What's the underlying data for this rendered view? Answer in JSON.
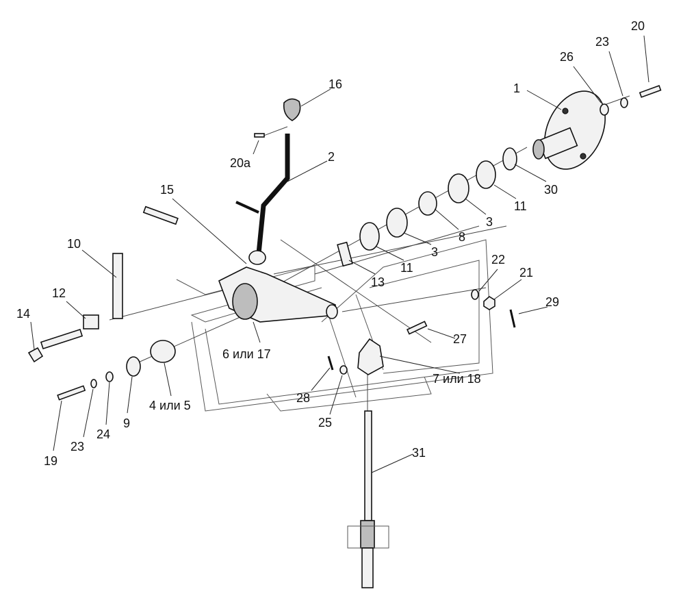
{
  "diagram": {
    "labels": {
      "p20": "20",
      "p23a": "23",
      "p26": "26",
      "p1": "1",
      "p16": "16",
      "p2": "2",
      "p20a": "20а",
      "p15": "15",
      "p30": "30",
      "p11a": "11",
      "p3a": "3",
      "p8": "8",
      "p3b": "3",
      "p11b": "11",
      "p13": "13",
      "p10": "10",
      "p22": "22",
      "p21": "21",
      "p29": "29",
      "p12": "12",
      "p14": "14",
      "p6or17": "6 или 17",
      "p27": "27",
      "p7or18": "7 или 18",
      "p28": "28",
      "p25": "25",
      "p4or5": "4 или 5",
      "p9": "9",
      "p24": "24",
      "p23b": "23",
      "p19": "19",
      "p31": "31"
    }
  }
}
